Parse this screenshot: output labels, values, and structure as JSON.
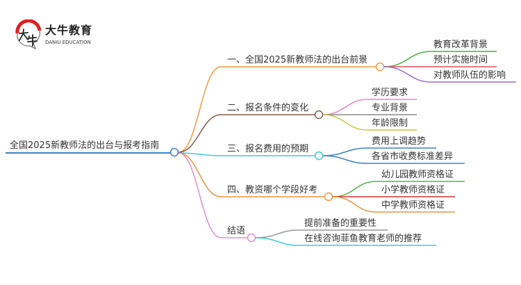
{
  "logo": {
    "brand": "大牛教育",
    "brand_en": "DANIU EDUCATION",
    "mark": "大牛"
  },
  "root": {
    "label": "全国2025新教师法的出台与报考指南"
  },
  "branches": [
    {
      "label": "一、全国2025新教师法的出台前景",
      "color": "#f79a3e",
      "children": [
        {
          "label": "教育改革背景",
          "color": "#3cb43c"
        },
        {
          "label": "预计实施时间",
          "color": "#e0505a"
        },
        {
          "label": "对教师队伍的影响",
          "color": "#9a6ad0"
        }
      ]
    },
    {
      "label": "二、报名条件的变化",
      "color": "#8b5a4a",
      "children": [
        {
          "label": "学历要求",
          "color": "#f07ad0"
        },
        {
          "label": "专业背景",
          "color": "#888888"
        },
        {
          "label": "年龄限制",
          "color": "#c8c840"
        }
      ]
    },
    {
      "label": "三、报名费用的预期",
      "color": "#3cc8dc",
      "children": [
        {
          "label": "费用上调趋势",
          "color": "#3a82c8"
        },
        {
          "label": "各省市收费标准差异",
          "color": "#3a82c8"
        }
      ]
    },
    {
      "label": "四、教资哪个学段好考",
      "color": "#f5903a",
      "children": [
        {
          "label": "幼儿园教师资格证",
          "color": "#4cb84c"
        },
        {
          "label": "小学教师资格证",
          "color": "#d83030"
        },
        {
          "label": "中学教师资格证",
          "color": "#f5903a"
        }
      ]
    },
    {
      "label": "结语",
      "color": "#e88ad0",
      "children": [
        {
          "label": "提前准备的重要性",
          "color": "#999999"
        },
        {
          "label": "在线咨询菲鱼教育老师的推荐",
          "color": "#3cc8dc"
        }
      ]
    }
  ]
}
